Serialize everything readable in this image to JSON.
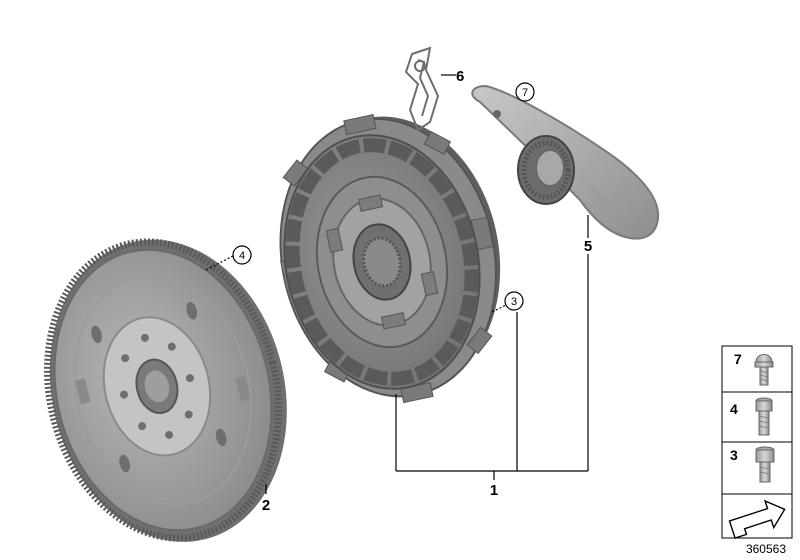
{
  "diagram": {
    "callouts": {
      "c1": "1",
      "c2": "2",
      "c3": "3",
      "c4": "4",
      "c5": "5",
      "c6": "6",
      "c7": "7"
    },
    "hardware_panel": {
      "rows": [
        {
          "label": "7",
          "icon": "bolt-ball-head-icon"
        },
        {
          "label": "4",
          "icon": "bolt-socket-head-icon"
        },
        {
          "label": "3",
          "icon": "bolt-socket-head-icon"
        }
      ],
      "bottom_icon": "arrow-right-icon"
    },
    "reference_number": "360563"
  }
}
